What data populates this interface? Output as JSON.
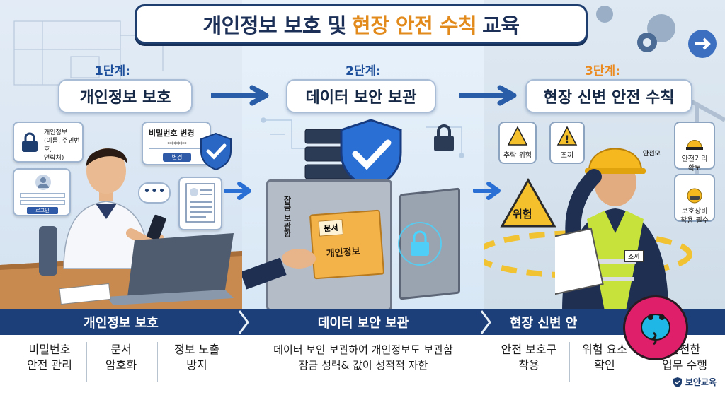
{
  "title": {
    "part1": "개인정보 보호 및",
    "part2": "현장 안전 수칙",
    "part3": "교육"
  },
  "steps": [
    {
      "tag": "1단계:",
      "title": "개인정보 보호"
    },
    {
      "tag": "2단계:",
      "title": "데이터 보안 보관"
    },
    {
      "tag": "3단계:",
      "title": "현장 신변 안전 수칙"
    }
  ],
  "panel1": {
    "card_personal_info": "개인정보\n(이름, 주민번호,\n연락처)",
    "card_password_title": "비밀번호 변경",
    "card_password_mask": "******",
    "card_password_button": "변경",
    "card_login_button": "로그인"
  },
  "panel2": {
    "safe_label": "잠금 보관함",
    "folder_tab": "문서",
    "folder_label": "개인정보"
  },
  "panel3": {
    "sign_fall": "추락 위험",
    "sign_caution": "조끼",
    "sign_danger": "위험",
    "helmet_label": "안전모",
    "vest_tag": "조끼",
    "right_card_1": "안전거리\n확보",
    "right_card_2": "보호장비\n착용 필수"
  },
  "band": {
    "label1": "개인정보 보호",
    "label2": "데이터 보안 보관",
    "label3": "현장 신변 안"
  },
  "bottom": {
    "p1_items": [
      "비밀번호\n안전 관리",
      "문서\n암호화",
      "정보 노출\n방지"
    ],
    "p2_text": "데이터 보안 보관하여 개인정보도 보관함\n잠금 성력& 값이 성적적 자한",
    "p3_items": [
      "안전 보호구\n착용",
      "위험 요소\n확인",
      "안전한\n업무 수행"
    ]
  },
  "footer": {
    "brand": "보안교육"
  },
  "colors": {
    "navy": "#1c3f7a",
    "accent_orange": "#e28a1b",
    "mascot_pink": "#e01f6a",
    "mascot_cyan": "#1fb7e6"
  }
}
